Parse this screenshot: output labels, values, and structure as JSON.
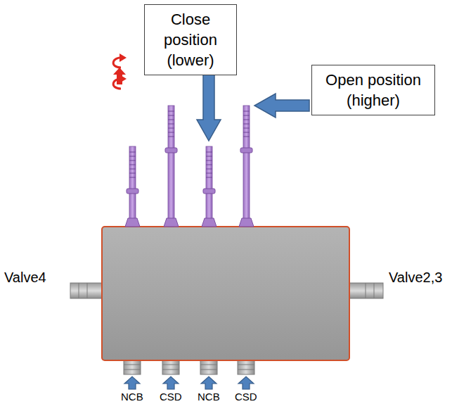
{
  "diagram": {
    "nodes": [
      {
        "text": [
          "Close position (lower)"
        ]
      },
      {
        "text": [
          "Open position (higher)"
        ]
      }
    ],
    "labels": [
      "Valve4",
      "Valve2,3",
      "NCB",
      "CSD",
      "NCB",
      "CSD"
    ]
  }
}
